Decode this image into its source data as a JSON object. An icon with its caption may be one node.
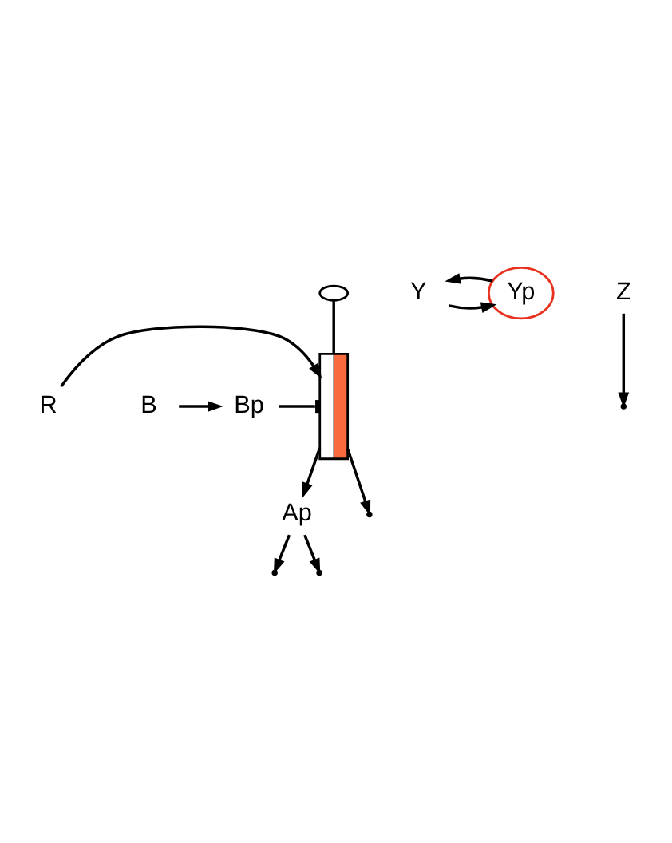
{
  "diagram": {
    "nodes": [
      {
        "text": [],
        "shape": "cup"
      },
      {
        "text": [],
        "shape": "box"
      },
      {
        "text": [
          "R"
        ]
      },
      {
        "text": [
          "Bp"
        ]
      },
      {
        "text": [
          "B"
        ]
      },
      {
        "text": [
          "Ap"
        ]
      },
      {
        "text": [
          "Y"
        ]
      },
      {
        "text": [
          "Yp"
        ]
      },
      {
        "text": [
          "Z"
        ]
      }
    ],
    "edges": [
      {
        "from": 0,
        "to": 1,
        "arrow": "none"
      },
      {
        "from": 2,
        "to": 1,
        "arrow": "to"
      },
      {
        "from": 3,
        "to": 1,
        "arrow": "other"
      },
      {
        "from": 1,
        "to": null,
        "arrow": "to"
      },
      {
        "from": 4,
        "to": 3,
        "arrow": "to"
      },
      {
        "from": 1,
        "to": 5,
        "arrow": "to"
      },
      {
        "from": 5,
        "to": null,
        "arrow": "to"
      },
      {
        "from": 5,
        "to": null,
        "arrow": "to"
      },
      {
        "from": 6,
        "to": 7,
        "arrow": "to"
      },
      {
        "from": 7,
        "to": 6,
        "arrow": "to"
      },
      {
        "from": 8,
        "to": null,
        "arrow": "to"
      }
    ]
  }
}
